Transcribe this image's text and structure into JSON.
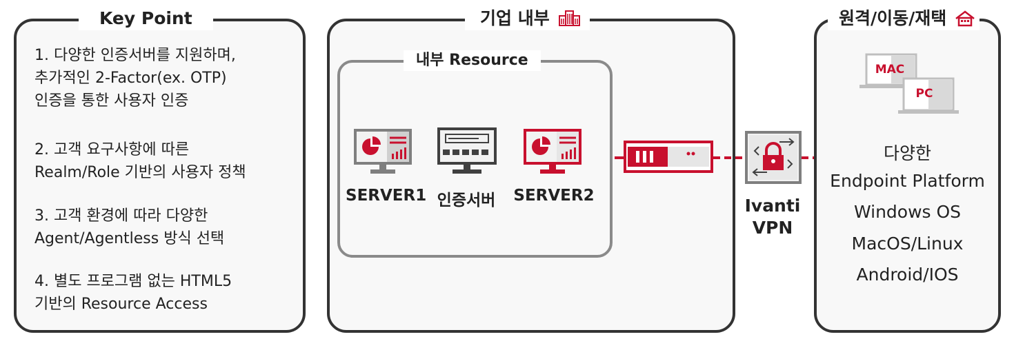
{
  "key_point": {
    "title": "Key Point",
    "items": [
      "1. 다양한 인증서버를 지원하며,\n추가적인 2-Factor(ex. OTP)\n인증을 통한 사용자 인증",
      "2. 고객 요구사항에 따른\nRealm/Role 기반의 사용자 정책",
      "3. 고객 환경에 따라 다양한\nAgent/Agentless 방식 선택",
      "4. 별도 프로그램 없는 HTML5\n기반의 Resource Access"
    ]
  },
  "corporate": {
    "title": "기업 내부",
    "title_icon": "building-icon",
    "internal": {
      "title": "내부 Resource",
      "servers": [
        {
          "label": "SERVER1",
          "icon": "server-monitor-chart-icon",
          "color": "#7f7f7f"
        },
        {
          "label": "인증서버",
          "icon": "auth-server-monitor-icon",
          "color": "#404040"
        },
        {
          "label": "SERVER2",
          "icon": "server-monitor-chart-icon",
          "color": "#c8102e"
        }
      ]
    },
    "appliance_icon": "vpn-appliance-icon"
  },
  "vpn": {
    "label_line1": "Ivanti",
    "label_line2": "VPN",
    "icon": "vpn-lock-arrows-icon"
  },
  "remote": {
    "title": "원격/이동/재택",
    "title_icon": "house-icon",
    "devices": {
      "mac_label": "MAC",
      "pc_label": "PC"
    },
    "lines": [
      "다양한",
      "Endpoint Platform",
      "Windows OS",
      "MacOS/Linux",
      "Android/IOS"
    ]
  },
  "colors": {
    "accent": "#c8102e",
    "border": "#333333",
    "inner_border": "#8a8a8a",
    "gray": "#7f7f7f"
  }
}
